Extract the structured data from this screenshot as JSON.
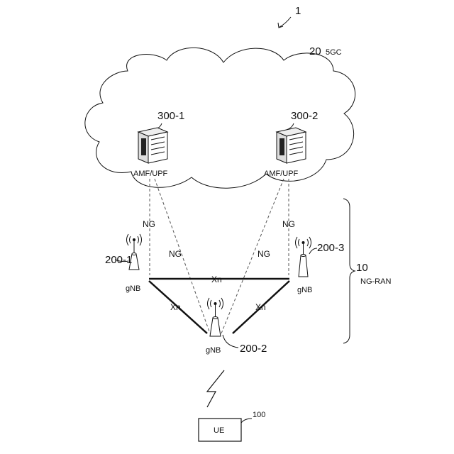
{
  "figure_ref": "1",
  "core": {
    "ref": "20",
    "name": "5GC"
  },
  "servers": [
    {
      "ref": "300-1",
      "label": "AMF/UPF"
    },
    {
      "ref": "300-2",
      "label": "AMF/UPF"
    }
  ],
  "gnbs": [
    {
      "ref": "200-1",
      "label": "gNB"
    },
    {
      "ref": "200-2",
      "label": "gNB"
    },
    {
      "ref": "200-3",
      "label": "gNB"
    }
  ],
  "ran": {
    "ref": "10",
    "name": "NG-RAN"
  },
  "interfaces": {
    "ng": "NG",
    "xn": "Xn"
  },
  "ue": {
    "ref": "100",
    "label": "UE"
  }
}
